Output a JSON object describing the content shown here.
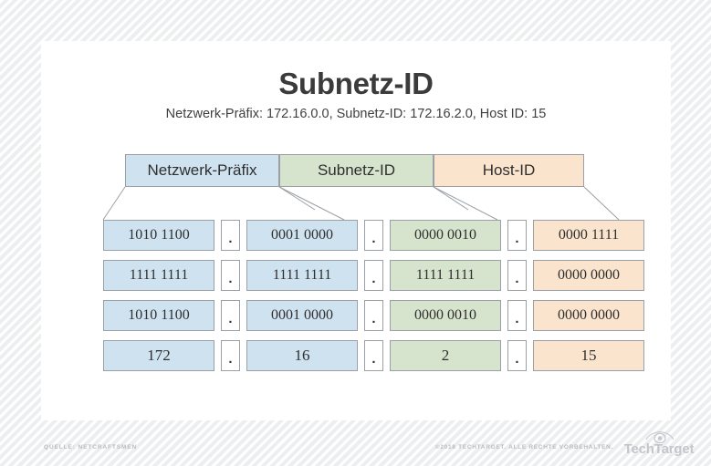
{
  "title": "Subnetz-ID",
  "subtitle": "Netzwerk-Präfix: 172.16.0.0, Subnetz-ID: 172.16.2.0, Host ID: 15",
  "colors": {
    "blue": "#cfe2f0",
    "green": "#d6e4cd",
    "orange": "#fae4cd",
    "border": "#9aa0a6",
    "card": "#ffffff",
    "text": "#2f2f2f"
  },
  "header": {
    "segments": [
      {
        "label": "Netzwerk-Präfix",
        "color": "blue"
      },
      {
        "label": "Subnetz-ID",
        "color": "green"
      },
      {
        "label": "Host-ID",
        "color": "orange"
      }
    ]
  },
  "separator": ".",
  "rows": [
    {
      "name": "ip-address-binary",
      "octets": [
        {
          "value": "1010 1100",
          "color": "blue"
        },
        {
          "value": "0001 0000",
          "color": "blue"
        },
        {
          "value": "0000 0010",
          "color": "green"
        },
        {
          "value": "0000 1111",
          "color": "orange"
        }
      ]
    },
    {
      "name": "subnet-mask-binary",
      "octets": [
        {
          "value": "1111 1111",
          "color": "blue"
        },
        {
          "value": "1111 1111",
          "color": "blue"
        },
        {
          "value": "1111 1111",
          "color": "green"
        },
        {
          "value": "0000 0000",
          "color": "orange"
        }
      ]
    },
    {
      "name": "subnet-id-binary",
      "octets": [
        {
          "value": "1010 1100",
          "color": "blue"
        },
        {
          "value": "0001 0000",
          "color": "blue"
        },
        {
          "value": "0000 0010",
          "color": "green"
        },
        {
          "value": "0000 0000",
          "color": "orange"
        }
      ]
    },
    {
      "name": "decimal-values",
      "octets": [
        {
          "value": "172",
          "color": "blue"
        },
        {
          "value": "16",
          "color": "blue"
        },
        {
          "value": "2",
          "color": "green"
        },
        {
          "value": "15",
          "color": "orange"
        }
      ]
    }
  ],
  "footer": {
    "source": "QUELLE: NETCRAFTSMEN",
    "copyright": "©2018 TECHTARGET. ALLE RECHTE VORBEHALTEN.",
    "logo_text": "TechTarget"
  }
}
